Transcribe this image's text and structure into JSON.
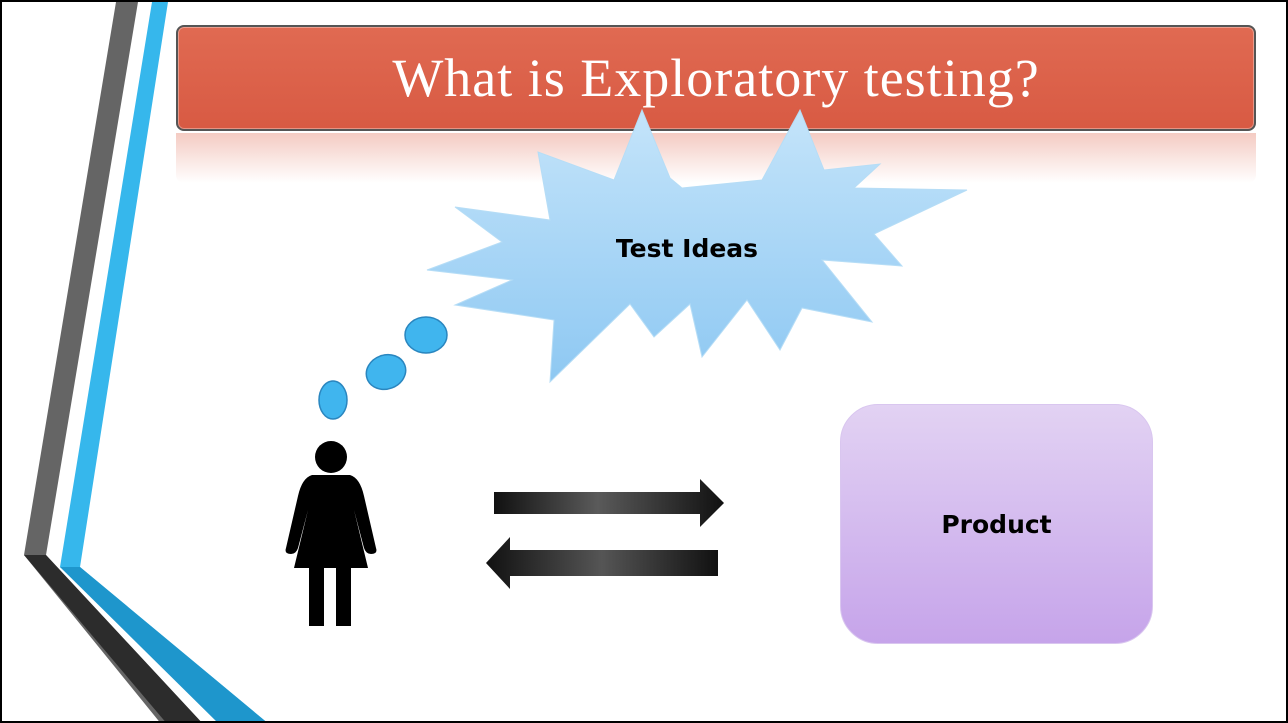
{
  "slide": {
    "title": "What is Exploratory testing?",
    "thought_cloud": {
      "label": "Test Ideas",
      "color": "#a9d4f5"
    },
    "product": {
      "label": "Product",
      "color": "#d3b8ef"
    },
    "person": {
      "icon": "woman-icon"
    },
    "arrows": {
      "to_product": "arrow-right-icon",
      "from_product": "arrow-left-icon"
    },
    "accent_colors": {
      "banner": "#d95f47",
      "stripe_blue": "#29b0e6",
      "stripe_gray": "#666666",
      "bubble": "#3fb4ee"
    }
  }
}
